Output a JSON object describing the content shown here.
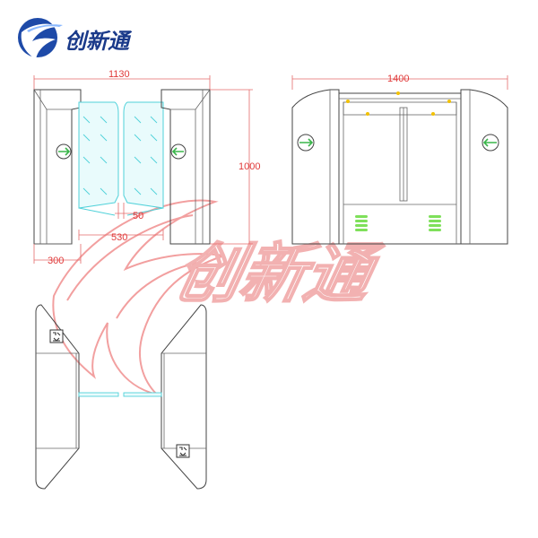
{
  "brand": {
    "name": "创新通",
    "logo_color": "#1e4aa8"
  },
  "watermark": {
    "text": "创新通",
    "color": "#f0a4a4"
  },
  "dimensions": {
    "overall_width_side": "1130",
    "overall_width_front": "1400",
    "height": "1000",
    "gap": "50",
    "passage": "530",
    "cabinet_width": "300"
  },
  "colors": {
    "dimension": "#e03a3a",
    "glass": "#4fd1d9",
    "indicator_arrow": "#3ab54a",
    "indicator_light": "#7ee05a",
    "led": "#f2c100",
    "outline": "#444444"
  }
}
